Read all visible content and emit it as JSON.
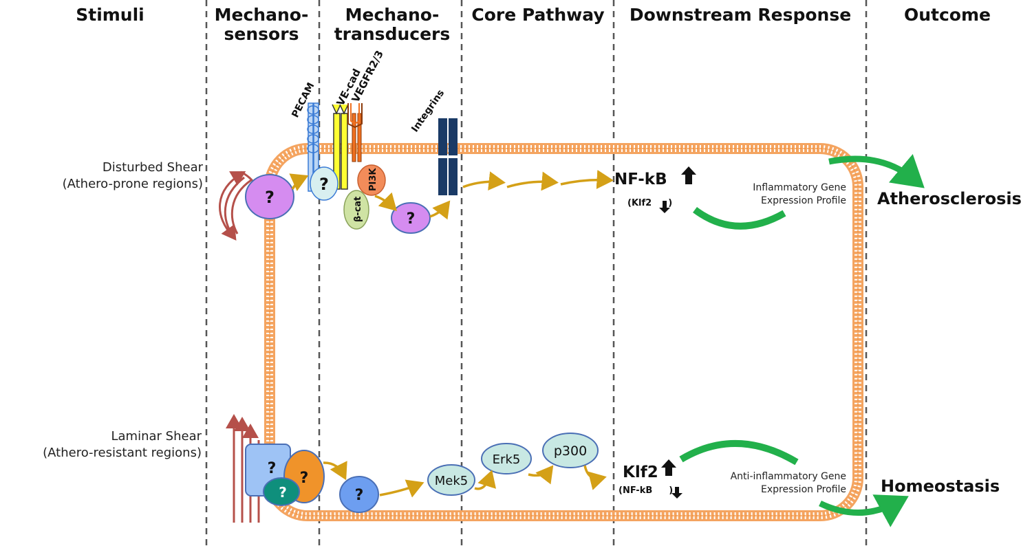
{
  "columns": {
    "stimuli": "Stimuli",
    "mechanosensors_1": "Mechano-",
    "mechanosensors_2": "sensors",
    "mechanotransducers_1": "Mechano-",
    "mechanotransducers_2": "transducers",
    "core_pathway": "Core Pathway",
    "downstream_response": "Downstream Response",
    "outcome": "Outcome"
  },
  "stimuli": {
    "disturbed_1": "Disturbed Shear",
    "disturbed_2": "(Athero-prone regions)",
    "laminar_1": "Laminar Shear",
    "laminar_2": "(Athero-resistant regions)"
  },
  "receptors": {
    "pecam": "PECAM",
    "vecad": "VE-cad",
    "vegfr": "VEGFR2/3",
    "integrins": "Integrins",
    "pi3k": "PI3K",
    "bcat": "β-cat"
  },
  "unknown": "?",
  "core": {
    "mek5": "Mek5",
    "erk5": "Erk5",
    "p300": "p300"
  },
  "response": {
    "nfkb": "NF-kB",
    "nfkb_sub_1": "(Klf2",
    "nfkb_sub_2": ")",
    "klf2": "Klf2",
    "klf2_sub_1": "(NF-kB",
    "klf2_sub_2": ")",
    "inflam_1": "Inflammatory Gene",
    "inflam_2": "Expression Profile",
    "anti_1": "Anti-inflammatory Gene",
    "anti_2": "Expression Profile"
  },
  "outcome": {
    "athero": "Atherosclerosis",
    "homeo": "Homeostasis"
  },
  "colors": {
    "membrane": "#f4a460",
    "arrow_gold": "#d4a017",
    "green": "#22b04b",
    "shear_red": "#b5504a",
    "purple": "#d58cf0",
    "blue": "#7aa7f0"
  }
}
